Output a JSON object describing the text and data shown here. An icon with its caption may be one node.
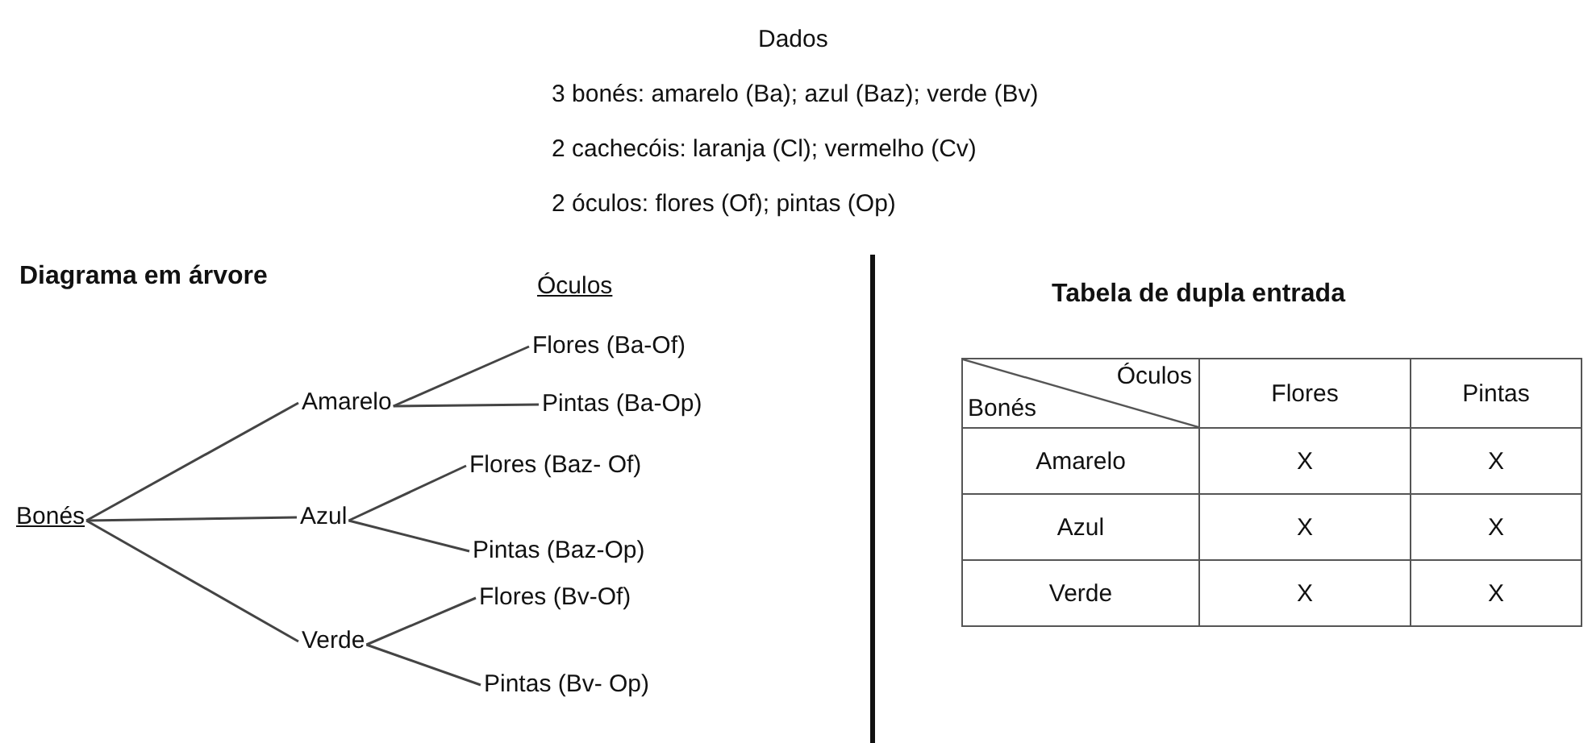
{
  "diagram": {
    "nodes": [
      {
        "text": [
          "Bonés"
        ]
      },
      {
        "text": [
          "Amarelo"
        ]
      },
      {
        "text": [
          "Azul"
        ]
      },
      {
        "text": [
          "Verde"
        ]
      },
      {
        "text": [
          "Flores (Ba-Of)"
        ]
      },
      {
        "text": [
          "Pintas (Ba-Op)"
        ]
      },
      {
        "text": [
          "Flores (Baz- Of)"
        ]
      },
      {
        "text": [
          "Pintas (Baz-Op)"
        ]
      },
      {
        "text": [
          "Flores (Bv-Of)"
        ]
      },
      {
        "text": [
          "Pintas (Bv- Op)"
        ]
      }
    ],
    "edges": [
      {
        "from": 0,
        "to": 1,
        "arrow": "none"
      },
      {
        "from": 0,
        "to": 2,
        "arrow": "none"
      },
      {
        "from": 0,
        "to": 3,
        "arrow": "none"
      },
      {
        "from": 1,
        "to": 4,
        "arrow": "none"
      },
      {
        "from": 1,
        "to": 5,
        "arrow": "none"
      },
      {
        "from": 2,
        "to": 6,
        "arrow": "none"
      },
      {
        "from": 2,
        "to": 7,
        "arrow": "none"
      },
      {
        "from": 3,
        "to": 8,
        "arrow": "none"
      },
      {
        "from": 3,
        "to": 9,
        "arrow": "none"
      }
    ],
    "labels": [
      "Dados",
      "3 bonés: amarelo (Ba); azul (Baz); verde (Bv)",
      "2 cachecóis: laranja (Cl); vermelho (Cv)",
      "2 óculos: flores (Of); pintas (Op)",
      "Diagrama em árvore",
      "Óculos",
      "Tabela de dupla entrada",
      "Óculos",
      "Bonés",
      "Flores",
      "Pintas",
      "Amarelo",
      "X",
      "X",
      "Azul",
      "X",
      "X",
      "Verde",
      "X",
      "X"
    ]
  }
}
